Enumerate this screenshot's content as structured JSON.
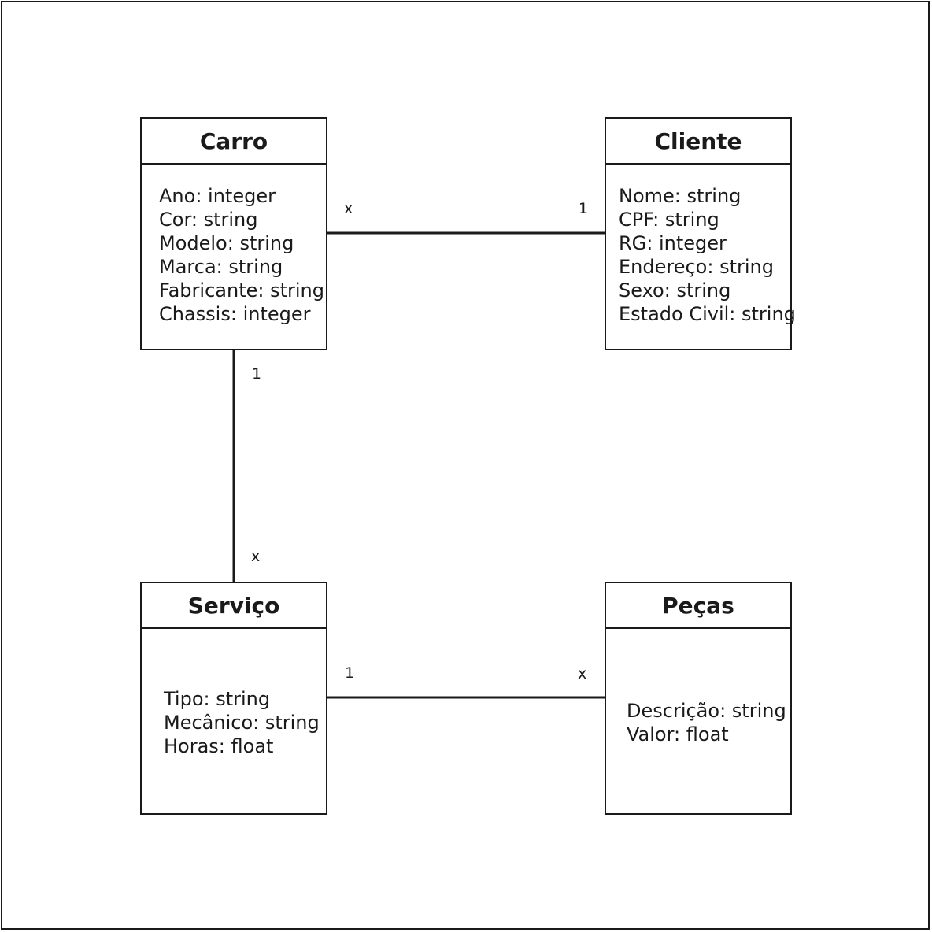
{
  "classes": {
    "carro": {
      "name": "Carro",
      "attributes": [
        "Ano: integer",
        "Cor: string",
        "Modelo: string",
        "Marca: string",
        "Fabricante: string",
        "Chassis: integer"
      ]
    },
    "cliente": {
      "name": "Cliente",
      "attributes": [
        "Nome: string",
        "CPF: string",
        "RG: integer",
        "Endereço: string",
        "Sexo: string",
        "Estado Civil: string"
      ]
    },
    "servico": {
      "name": "Serviço",
      "attributes": [
        "Tipo: string",
        "Mecânico: string",
        "Horas: float"
      ]
    },
    "pecas": {
      "name": "Peças",
      "attributes": [
        "Descrição: string",
        "Valor: float"
      ]
    }
  },
  "associations": {
    "carro_cliente": {
      "from": "Carro",
      "to": "Cliente",
      "from_multiplicity": "x",
      "to_multiplicity": "1"
    },
    "carro_servico": {
      "from": "Carro",
      "to": "Serviço",
      "from_multiplicity": "1",
      "to_multiplicity": "x"
    },
    "servico_pecas": {
      "from": "Serviço",
      "to": "Peças",
      "from_multiplicity": "1",
      "to_multiplicity": "x"
    }
  }
}
